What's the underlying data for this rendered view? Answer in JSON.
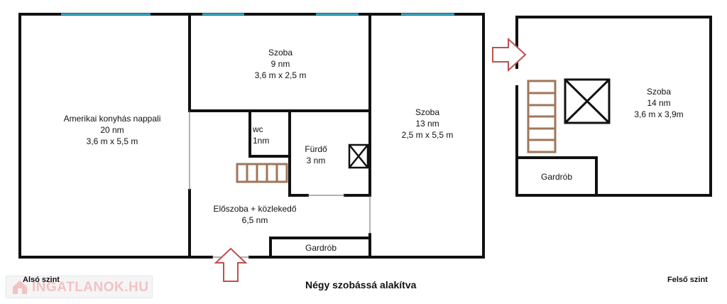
{
  "rooms": {
    "living": {
      "name": "Amerikai konyhás nappali",
      "area": "20 nm",
      "dims": "3,6 m x 5,5 m"
    },
    "room_top": {
      "name": "Szoba",
      "area": "9 nm",
      "dims": "3,6 m x 2,5 m"
    },
    "room_right": {
      "name": "Szoba",
      "area": "13 nm",
      "dims": "2,5 m x 5,5 m"
    },
    "wc": {
      "name": "wc",
      "area": "1nm"
    },
    "bath": {
      "name": "Fürdő",
      "area": "3 nm"
    },
    "hall": {
      "name": "Előszoba + közlekedő",
      "area": "6,5 nm"
    },
    "wardrobe_lower": {
      "name": "Gardrób"
    },
    "room_upper": {
      "name": "Szoba",
      "area": "14 nm",
      "dims": "3,6 m x 3,9m"
    },
    "wardrobe_upper": {
      "name": "Gardrób"
    }
  },
  "captions": {
    "lower_level": "Alsó szint",
    "upper_level": "Felső szint",
    "title": "Négy szobássá alakítva"
  },
  "watermark": {
    "text": "INGATLANOK.HU"
  },
  "colors": {
    "wall": "#111111",
    "window": "#3aa9c4",
    "stairs": "#a0765a",
    "arrow": "#c0504d"
  }
}
